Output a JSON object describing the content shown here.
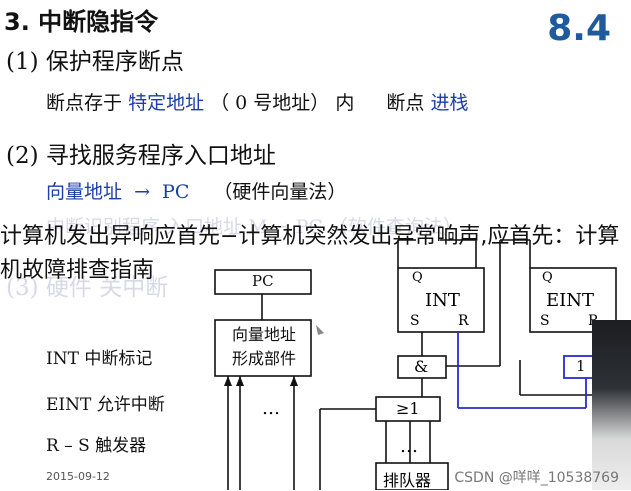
{
  "slide": {
    "title": "3. 中断隐指令",
    "version": "8.4",
    "section1": {
      "heading": "(1) 保护程序断点",
      "line_parts": [
        "断点存于",
        "特定地址",
        "（ 0 号地址） 内",
        "断点",
        "进栈"
      ]
    },
    "section2": {
      "heading": "(2) 寻找服务程序入口地址",
      "line_parts": [
        "向量地址",
        "→",
        "PC",
        "（硬件向量法）"
      ]
    },
    "ghost_line": "中断识别程序 入口地址 M → PC （软件查询法）",
    "section3_ghost": "(3) 硬件 关中断",
    "overlay_text": "计算机发出异响应首先−计算机突然发出异常响声,应首先：计算机故障排查指南",
    "legend": [
      "INT 中断标记",
      "EINT 允许中断",
      "R – S 触发器"
    ],
    "diagram": {
      "pc_label": "PC",
      "vector_unit": [
        "向量地址",
        "形成部件"
      ],
      "int_ff": {
        "q": "Q",
        "name": "INT",
        "s": "S",
        "r": "R"
      },
      "eint_ff": {
        "q": "Q",
        "name": "EINT",
        "s": "S",
        "r": "R"
      },
      "and_gate": "&",
      "or_gate": "≥1",
      "one_box": "1",
      "dots": "…",
      "queue": "排队器"
    },
    "date": "2015-09-12",
    "watermark": "CSDN @咩咩_10538769",
    "colors": {
      "accent_blue": "#1b3ea8",
      "wire_blue": "#2a2ad0",
      "version_blue": "#1f5a9c"
    }
  }
}
